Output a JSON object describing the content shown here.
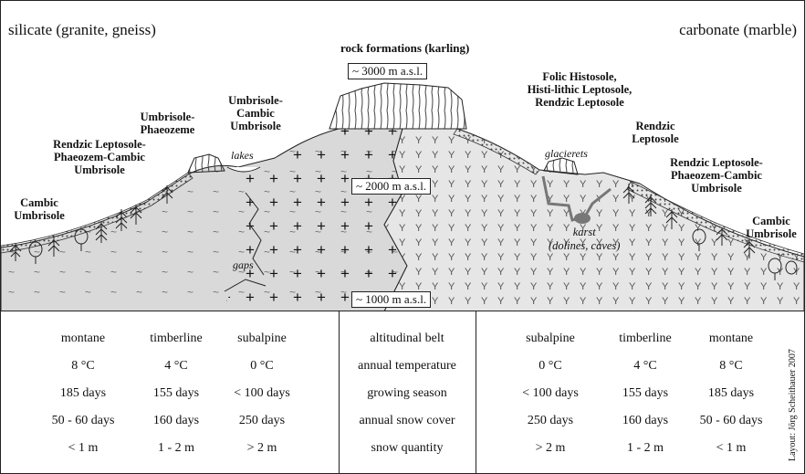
{
  "top_left_title": "silicate (granite, gneiss)",
  "top_right_title": "carbonate (marble)",
  "peak_title": "rock formations (karling)",
  "altitudes": [
    "~ 3000 m a.s.l.",
    "~ 2000 m a.s.l.",
    "~ 1000 m a.s.l."
  ],
  "soils_left": [
    {
      "text": "Umbrisole-\nCambic\nUmbrisole"
    },
    {
      "text": "Umbrisole-\nPhaeozeme"
    },
    {
      "text": "Rendzic Leptosole-\nPhaeozem-Cambic\nUmbrisole"
    },
    {
      "text": "Cambic\nUmbrisole"
    }
  ],
  "soils_right": [
    {
      "text": "Folic Histosole,\nHisti-lithic Leptosole,\nRendzic Leptosole"
    },
    {
      "text": "Rendzic\nLeptosole"
    },
    {
      "text": "Rendzic Leptosole-\nPhaeozem-Cambic\nUmbrisole"
    },
    {
      "text": "Cambic\nUmbrisole"
    }
  ],
  "features": {
    "lakes": "lakes",
    "gaps": "gaps",
    "glacierets": "glacierets",
    "karst": "karst\n(dolines, caves)"
  },
  "table": {
    "center": [
      "altitudinal belt",
      "annual temperature",
      "growing season",
      "annual snow cover",
      "snow quantity"
    ],
    "left": {
      "columns": [
        [
          "montane",
          "8 °C",
          "185 days",
          "50 - 60 days",
          "< 1 m"
        ],
        [
          "timberline",
          "4 °C",
          "155 days",
          "160 days",
          "1 - 2 m"
        ],
        [
          "subalpine",
          "0 °C",
          "< 100 days",
          "250 days",
          "> 2 m"
        ]
      ]
    },
    "right": {
      "columns": [
        [
          "subalpine",
          "0 °C",
          "< 100 days",
          "250 days",
          "> 2 m"
        ],
        [
          "timberline",
          "4 °C",
          "155 days",
          "160 days",
          "1 - 2 m"
        ],
        [
          "montane",
          "8 °C",
          "185 days",
          "50 - 60 days",
          "< 1 m"
        ]
      ]
    }
  },
  "credit": "Layout: Jörg Scheithauer 2007",
  "colors": {
    "silicate_fill": "#d9d9d9",
    "carbonate_fill": "#e6e6e6",
    "karst_cave": "#777777",
    "line": "#222222"
  }
}
